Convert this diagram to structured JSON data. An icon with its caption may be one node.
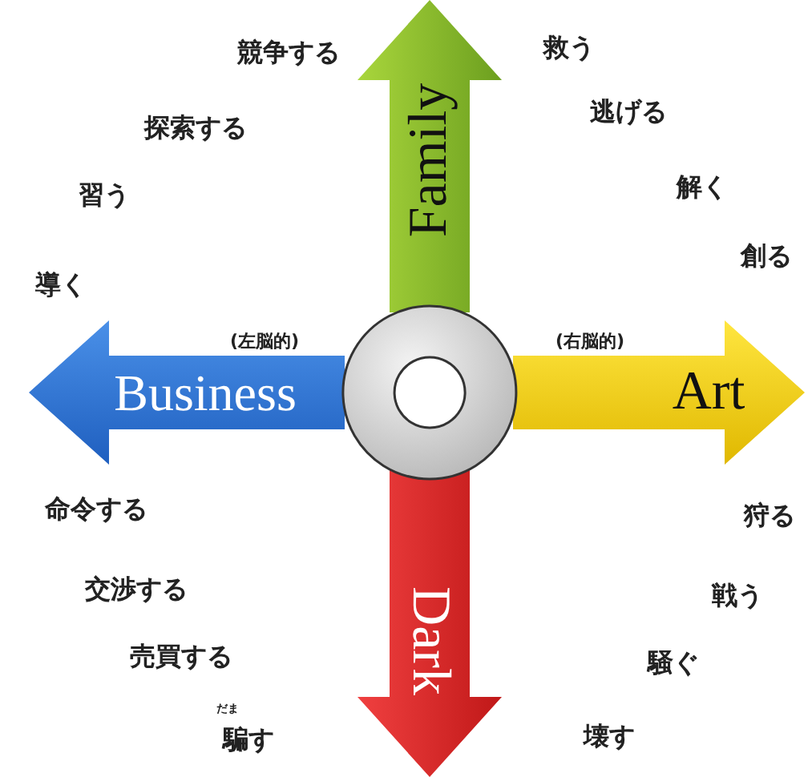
{
  "diagram": {
    "nodes": [
      {
        "text": [
          "Family"
        ]
      },
      {
        "text": [
          "Business"
        ]
      },
      {
        "text": [
          "Art"
        ]
      },
      {
        "text": [
          "Dark"
        ]
      },
      {
        "text": [],
        "shape": "circle"
      }
    ],
    "labels": [
      "競争する",
      "救う",
      "探索する",
      "逃げる",
      "習う",
      "解く",
      "導く",
      "創る",
      "(左脳的)",
      "(右脳的)",
      "命令する",
      "狩る",
      "交渉する",
      "戦う",
      "売買する",
      "騒ぐ",
      "だま",
      "騙す",
      "壊す"
    ]
  }
}
